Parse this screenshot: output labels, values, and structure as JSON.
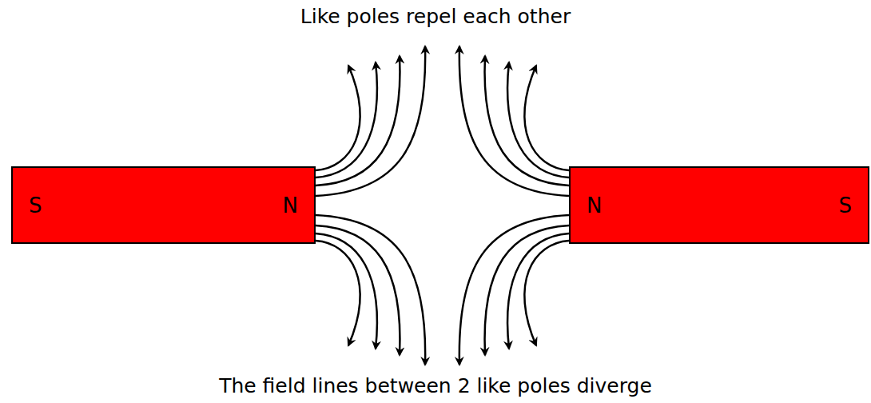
{
  "diagram": {
    "title": "Like poles repel each other",
    "caption": "The field lines between 2 like poles diverge",
    "nodes": [
      {
        "text": [
          "S",
          "N"
        ]
      },
      {
        "text": [
          "N",
          "S"
        ]
      }
    ]
  }
}
